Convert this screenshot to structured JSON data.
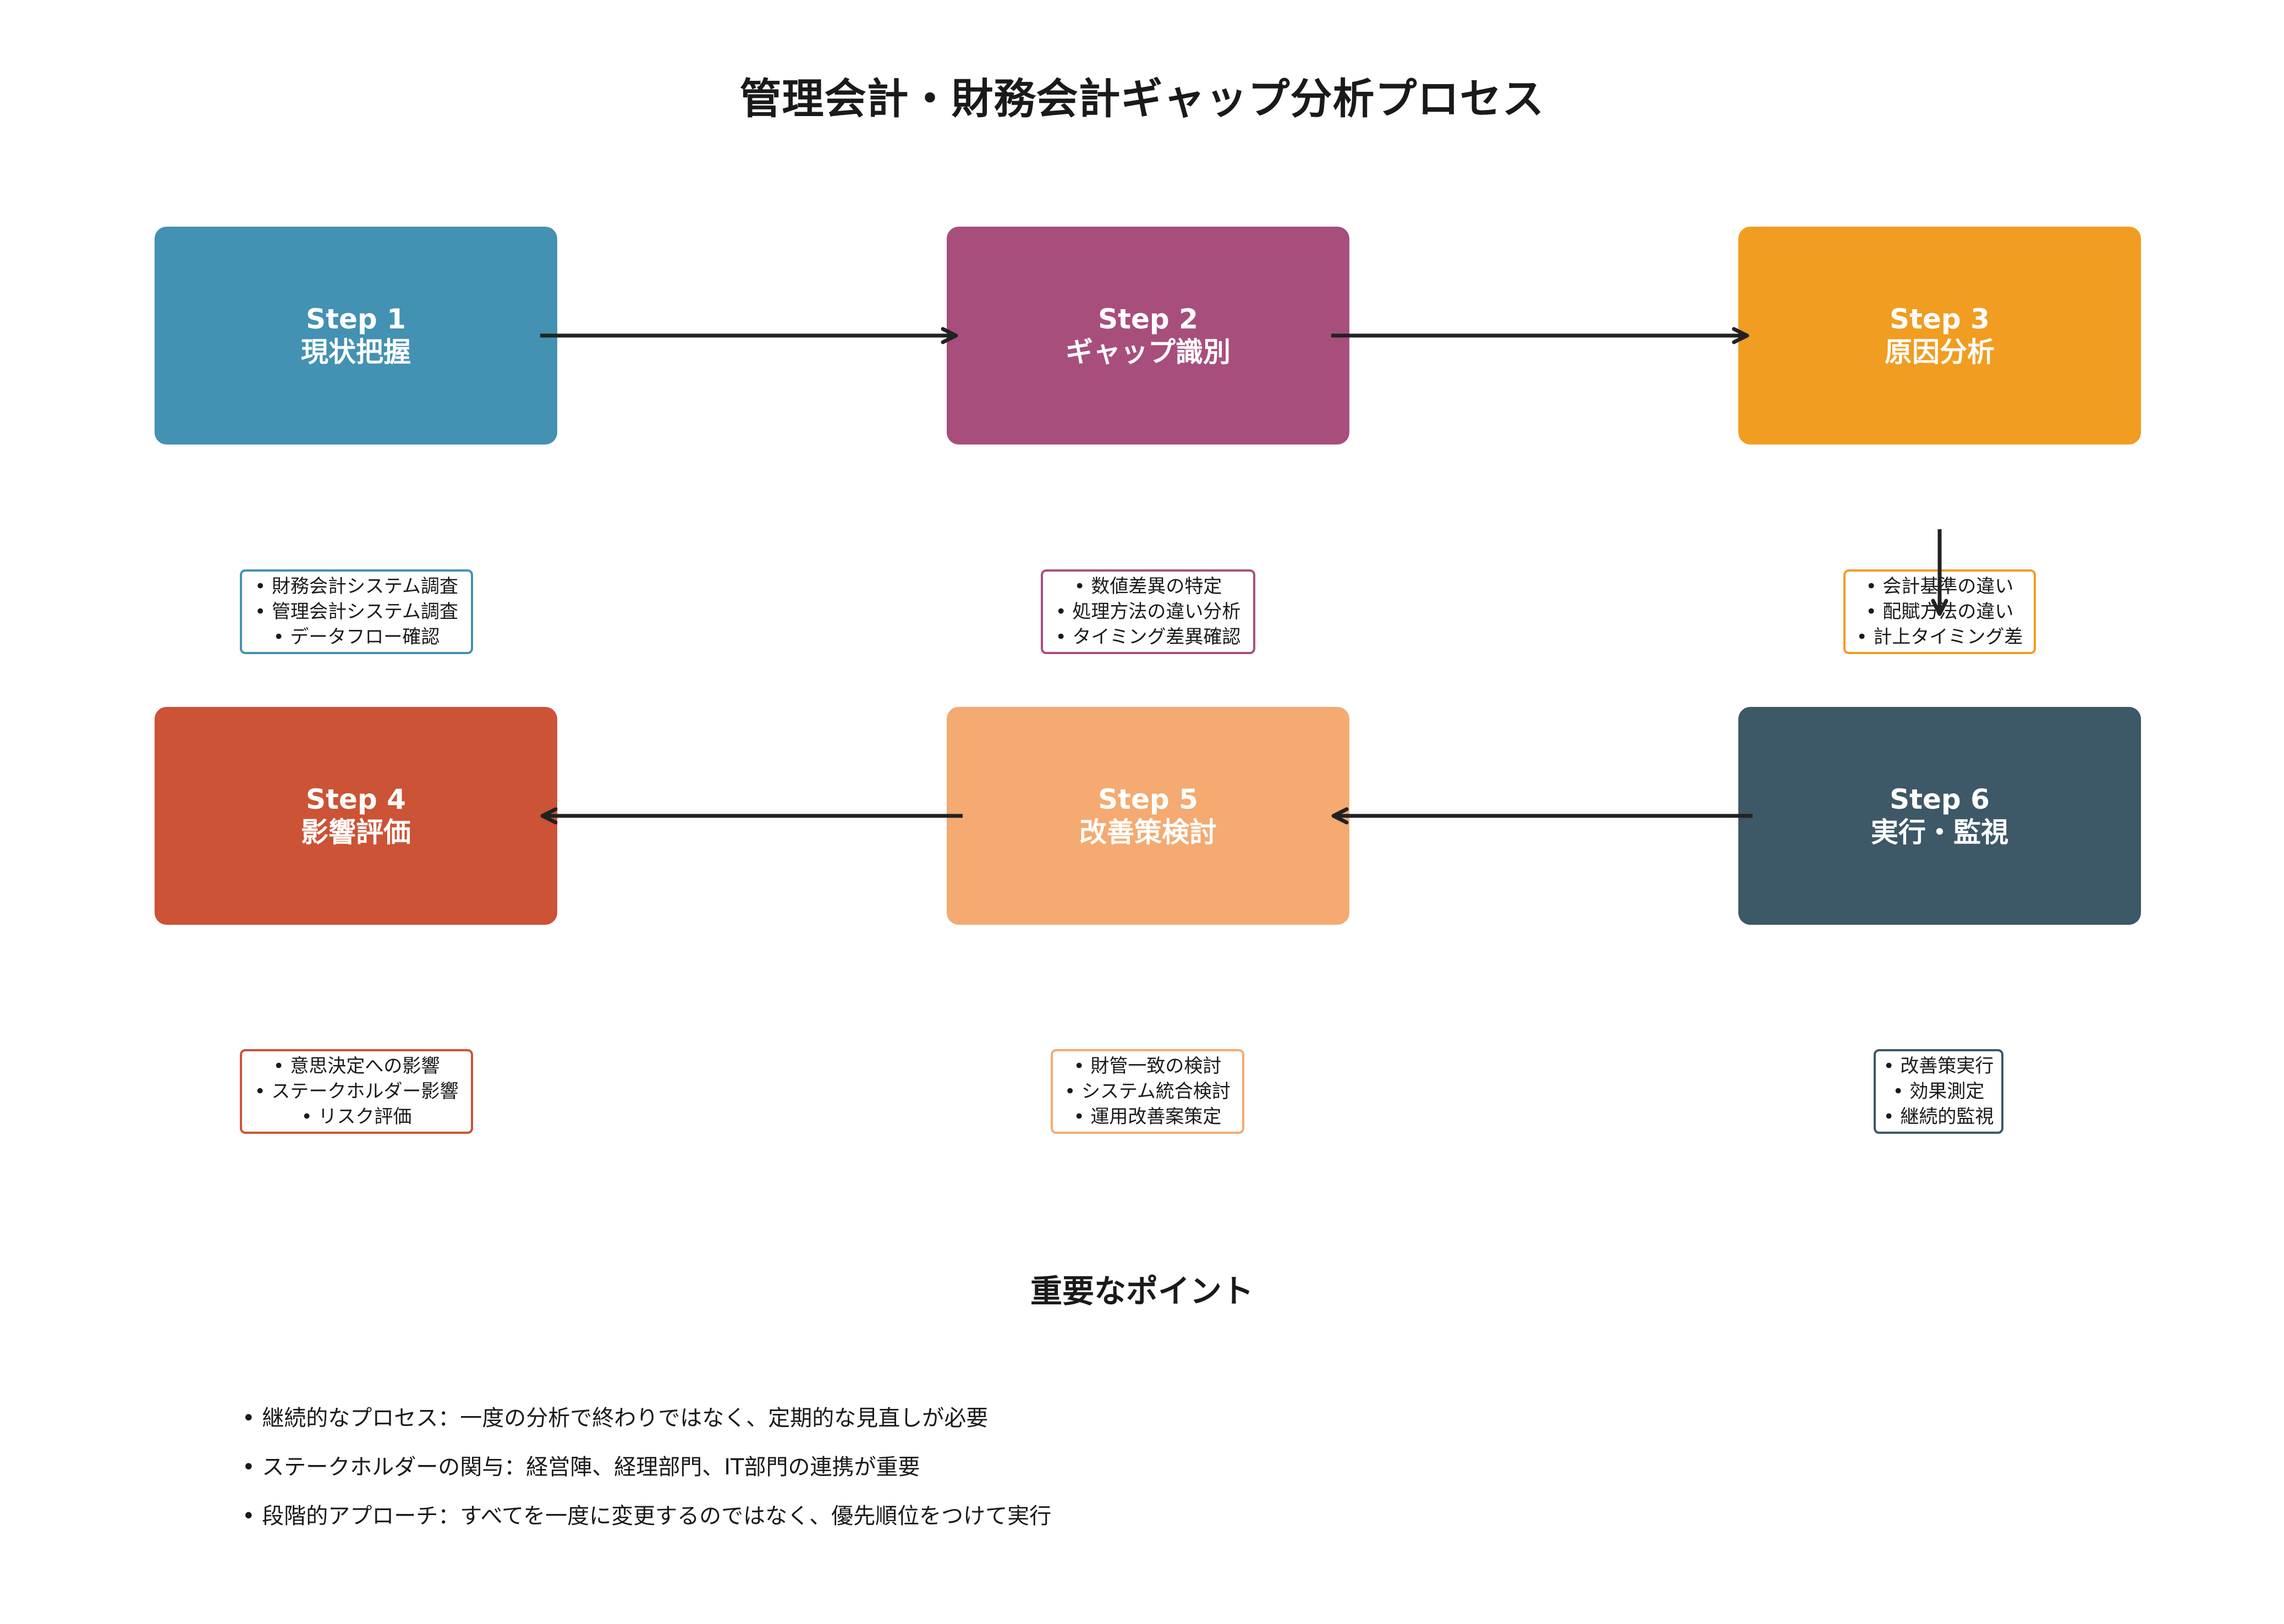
{
  "title": "管理会計・財務会計ギャップ分析プロセス",
  "steps": [
    {
      "label": "Step 1",
      "name": "現状把握",
      "color": "#4391b3",
      "details": [
        "• 財務会計システム調査",
        "• 管理会計システム調査",
        "• データフロー確認"
      ]
    },
    {
      "label": "Step 2",
      "name": "ギャップ識別",
      "color": "#a84e7c",
      "details": [
        "• 数値差異の特定",
        "• 処理方法の違い分析",
        "• タイミング差異確認"
      ]
    },
    {
      "label": "Step 3",
      "name": "原因分析",
      "color": "#f09d21",
      "details": [
        "• 会計基準の違い",
        "• 配賦方法の違い",
        "• 計上タイミング差"
      ]
    },
    {
      "label": "Step 4",
      "name": "影響評価",
      "color": "#cc5335",
      "details": [
        "• 意思決定への影響",
        "• ステークホルダー影響",
        "• リスク評価"
      ]
    },
    {
      "label": "Step 5",
      "name": "改善策検討",
      "color": "#f4aa70",
      "details": [
        "• 財管一致の検討",
        "• システム統合検討",
        "• 運用改善案策定"
      ]
    },
    {
      "label": "Step 6",
      "name": "実行・監視",
      "color": "#3d5866",
      "details": [
        "• 改善策実行",
        "• 効果測定",
        "• 継続的監視"
      ]
    }
  ],
  "points": {
    "title": "重要なポイント",
    "items": [
      "• 継続的なプロセス：一度の分析で終わりではなく、定期的な見直しが必要",
      "• ステークホルダーの関与：経営陣、経理部門、IT部門の連携が重要",
      "• 段階的アプローチ：すべてを一度に変更するのではなく、優先順位をつけて実行"
    ]
  }
}
